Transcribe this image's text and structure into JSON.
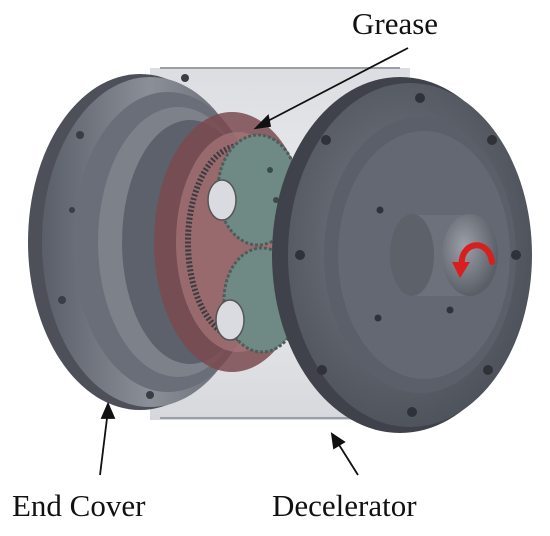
{
  "labels": {
    "grease": "Grease",
    "end_cover": "End Cover",
    "decelerator": "Decelerator"
  },
  "colors": {
    "metal_dark": "#4a4d56",
    "metal_mid": "#6b6f79",
    "metal_light": "#8c9099",
    "grease_tint": "#7a4a4f",
    "gear_green": "#6f8a84",
    "arrow_red": "#d81f1f"
  }
}
